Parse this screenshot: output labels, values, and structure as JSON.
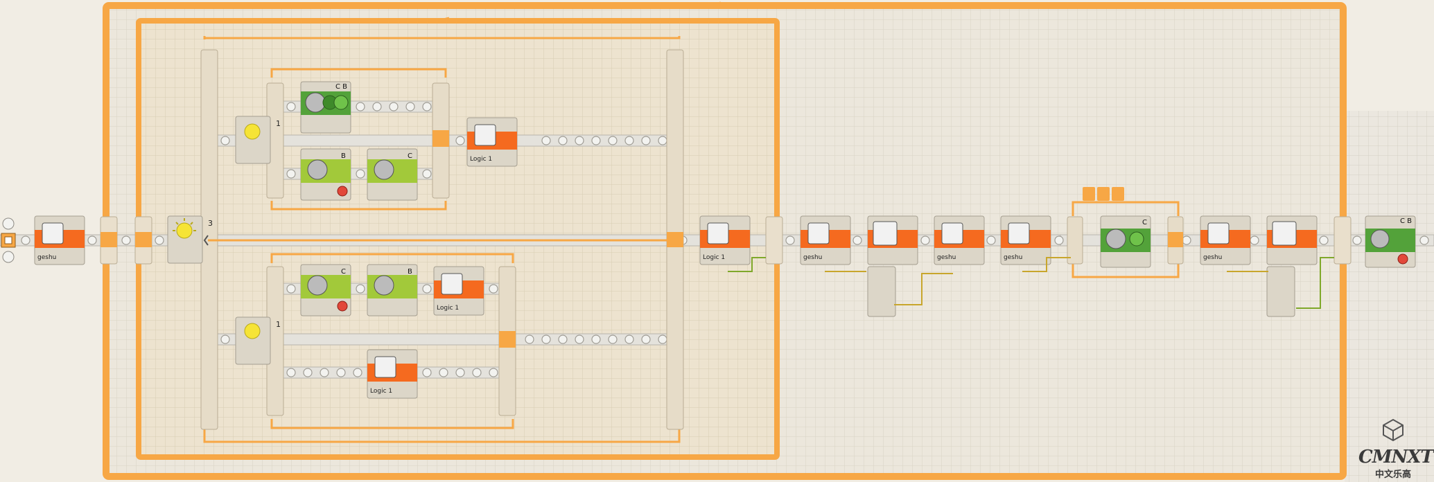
{
  "blocks": {
    "variable_name": "geshu",
    "logic_name": "Logic 1",
    "motor_ports_cb": "C B",
    "motor_port_b": "B",
    "motor_port_c": "C",
    "switch_value_outer": "3",
    "switch_value_inner": "1"
  },
  "colors": {
    "loop_orange": "#f7a745",
    "canvas_grid_bg": "#ede3cf",
    "motor_green": "#53a23a",
    "motor_lime": "#a2c93a",
    "variable_orange": "#f56a1f",
    "sensor_yellow": "#f6e436",
    "data_wire_green": "#7fa82a",
    "data_wire_yellow": "#c8a62c"
  },
  "watermark": {
    "text": "CMNXT",
    "subtitle": "中文乐高"
  }
}
